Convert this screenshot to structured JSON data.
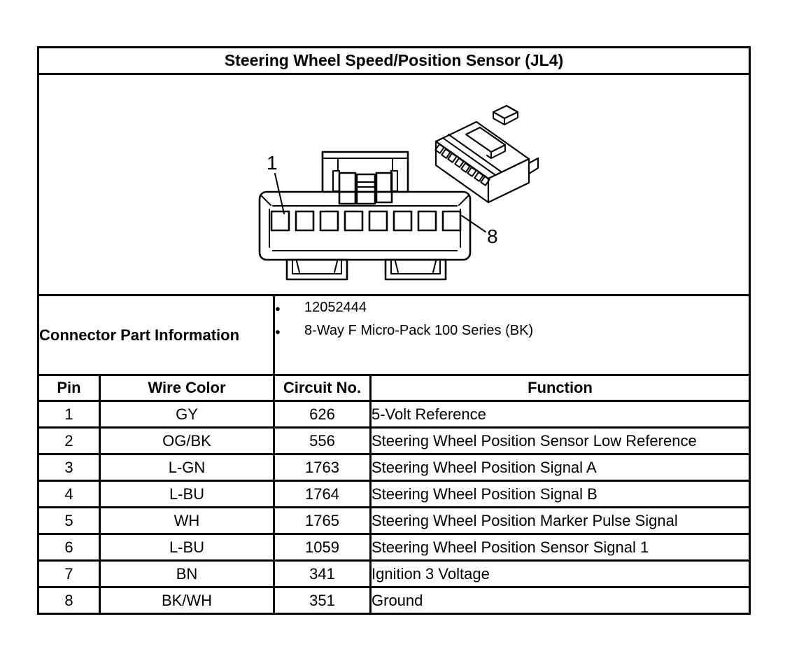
{
  "page": {
    "background": "#ffffff",
    "line_color": "#000000"
  },
  "title": "Steering Wheel Speed/Position Sensor (JL4)",
  "diagram": {
    "pin1_label": "1",
    "pin8_label": "8",
    "views": [
      "connector-front-view",
      "connector-isometric-view"
    ],
    "pin_count": 8
  },
  "connector_part_information": {
    "label": "Connector Part Information",
    "items": [
      "12052444",
      "8-Way F Micro-Pack 100 Series (BK)"
    ]
  },
  "pin_table": {
    "headers": [
      "Pin",
      "Wire Color",
      "Circuit No.",
      "Function"
    ],
    "rows": [
      [
        "1",
        "GY",
        "626",
        "5-Volt Reference"
      ],
      [
        "2",
        "OG/BK",
        "556",
        "Steering Wheel Position Sensor Low Reference"
      ],
      [
        "3",
        "L-GN",
        "1763",
        "Steering Wheel Position Signal A"
      ],
      [
        "4",
        "L-BU",
        "1764",
        "Steering Wheel Position Signal B"
      ],
      [
        "5",
        "WH",
        "1765",
        "Steering Wheel Position Marker Pulse Signal"
      ],
      [
        "6",
        "L-BU",
        "1059",
        "Steering Wheel Position Sensor Signal 1"
      ],
      [
        "7",
        "BN",
        "341",
        "Ignition 3 Voltage"
      ],
      [
        "8",
        "BK/WH",
        "351",
        "Ground"
      ]
    ]
  }
}
